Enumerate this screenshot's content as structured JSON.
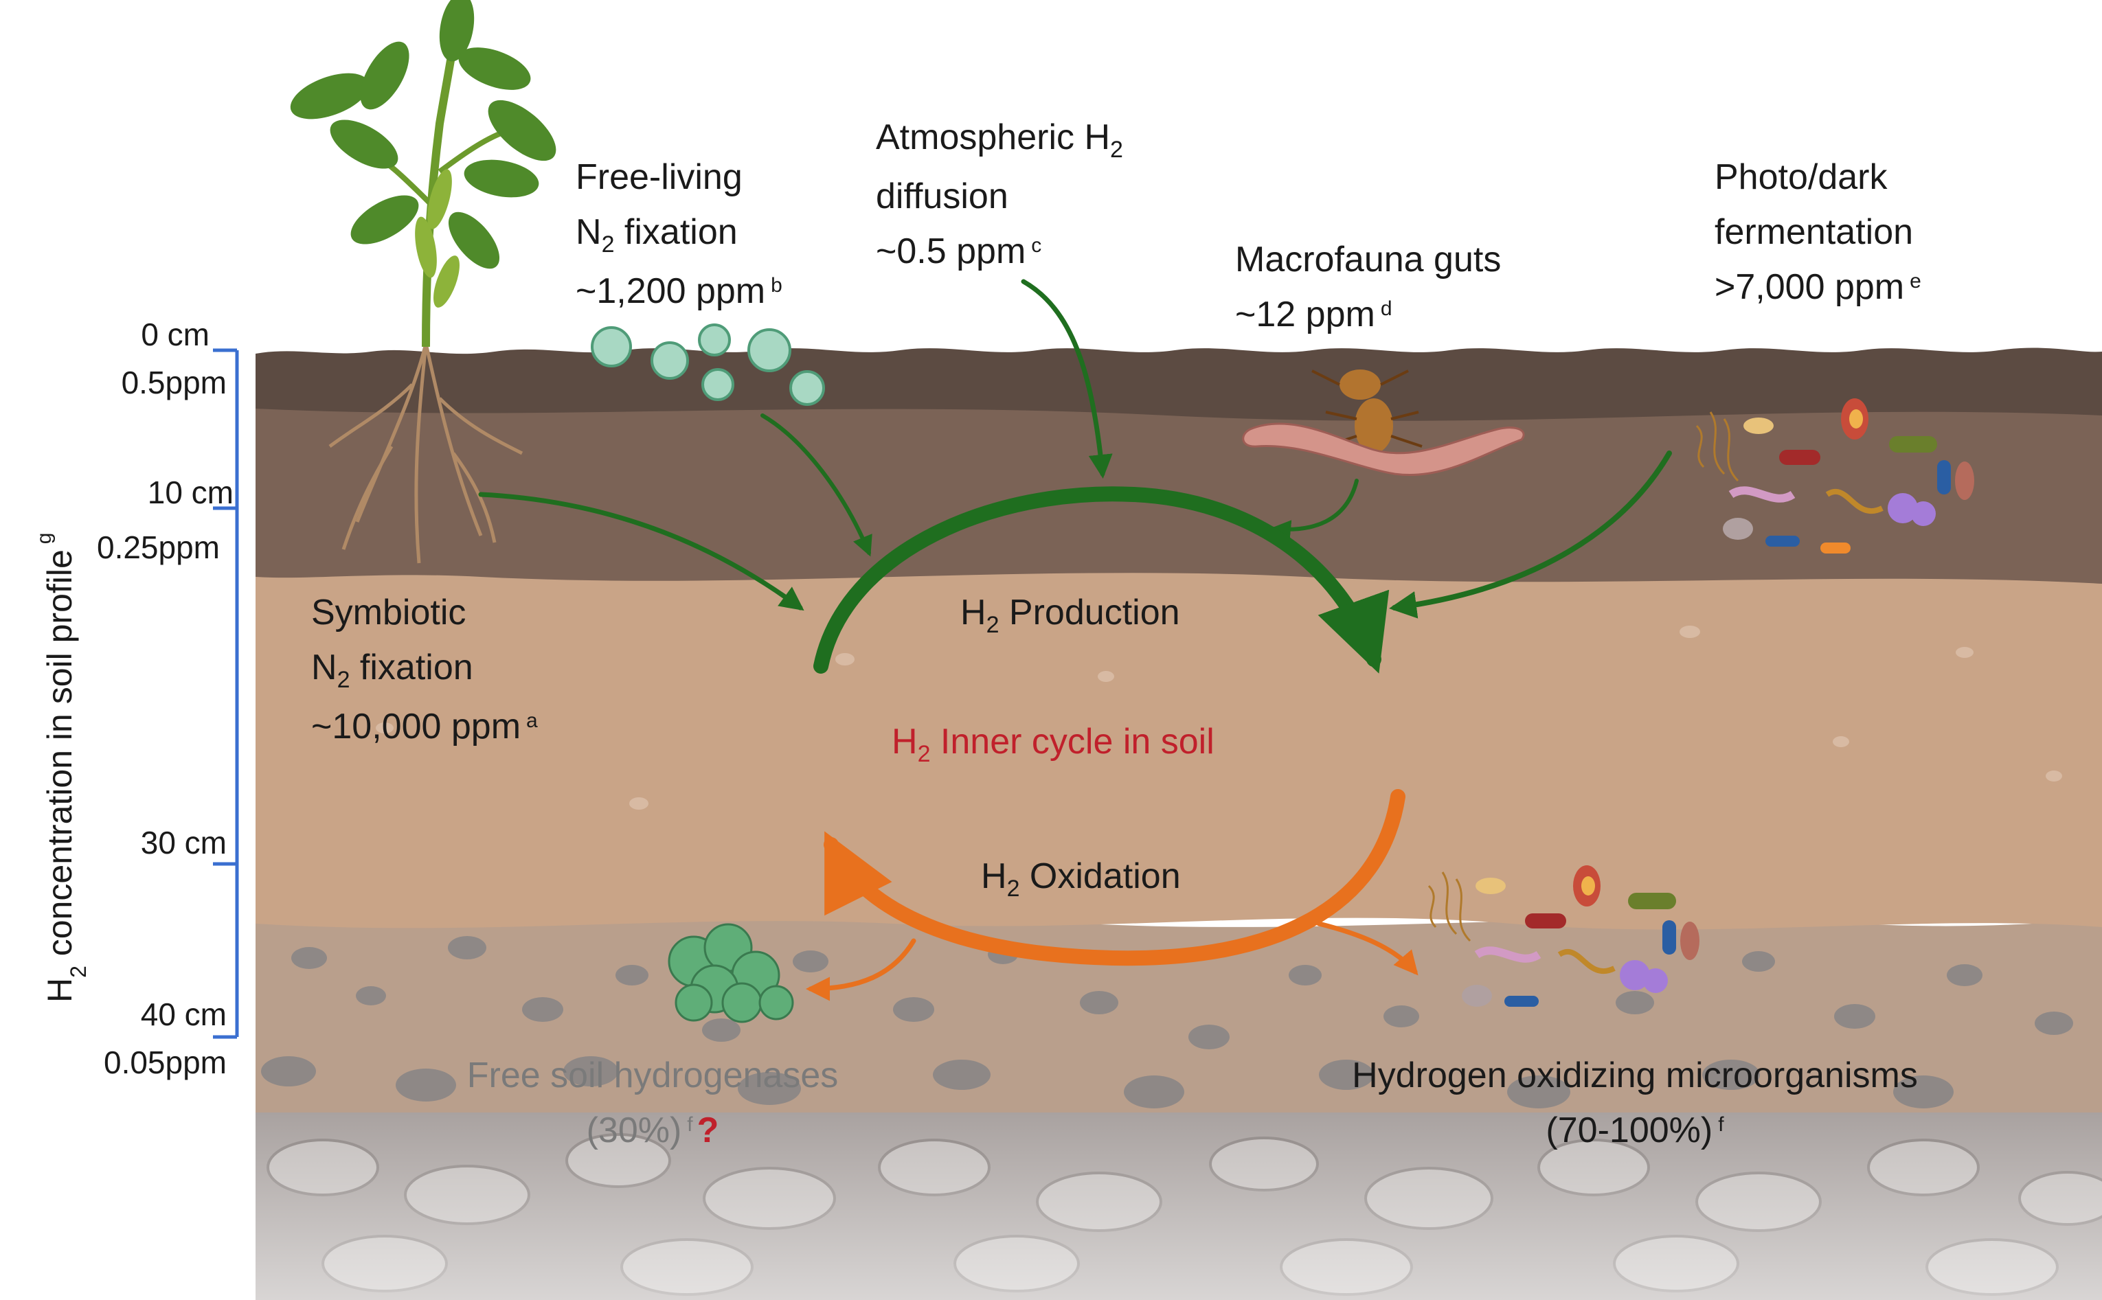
{
  "colors": {
    "production_arrow": "#1f6e1f",
    "oxidation_arrow": "#e8711e",
    "inner_cycle_text": "#c0202b",
    "scale_bar": "#3a6fd0",
    "topsoil": "#5a4a40",
    "subsoil": "#c9a487",
    "deep_soil": "#b7a294"
  },
  "sources": {
    "symbiotic": {
      "line1": "Symbiotic",
      "line2_pre": "N",
      "line2_sub": "2",
      "line2_post": " fixation",
      "line3": "~10,000 ppm",
      "note": "a"
    },
    "free_living": {
      "line1": "Free-living",
      "line2_pre": "N",
      "line2_sub": "2",
      "line2_post": " fixation",
      "line3": "~1,200 ppm",
      "note": "b"
    },
    "atmospheric": {
      "line1_pre": "Atmospheric H",
      "line1_sub": "2",
      "line2": "diffusion",
      "line3": "~0.5 ppm",
      "note": "c"
    },
    "macrofauna": {
      "line1": "Macrofauna guts",
      "line2": "~12 ppm",
      "note": "d"
    },
    "fermentation": {
      "line1": "Photo/dark",
      "line2": "fermentation",
      "line3": ">7,000 ppm",
      "note": "e"
    }
  },
  "cycle": {
    "production_pre": "H",
    "production_sub": "2",
    "production_post": " Production",
    "inner_pre": "H",
    "inner_sub": "2",
    "inner_post": " Inner cycle in soil",
    "oxidation_pre": "H",
    "oxidation_sub": "2",
    "oxidation_post": " Oxidation"
  },
  "sinks": {
    "hydrogenases": {
      "line1": "Free soil hydrogenases",
      "line2": "(30%)",
      "note": "f",
      "question": "?"
    },
    "microorganisms": {
      "line1": "Hydrogen oxidizing microorganisms",
      "line2": "(70-100%)",
      "note": "f"
    }
  },
  "scale": {
    "title_pre": "H",
    "title_sub": "2",
    "title_post": "concentration in soil profile",
    "title_note": "g",
    "depth_0": "0 cm",
    "conc_0": "0.5ppm",
    "depth_10": "10 cm",
    "conc_10": "0.25ppm",
    "depth_30": "30 cm",
    "depth_40": "40 cm",
    "conc_40": "0.05ppm"
  },
  "icons": [
    "soybean-plant-icon",
    "cyanobacteria-icon",
    "termite-icon",
    "earthworm-icon",
    "microbe-cluster-icon",
    "hydrogenase-protein-icon"
  ]
}
